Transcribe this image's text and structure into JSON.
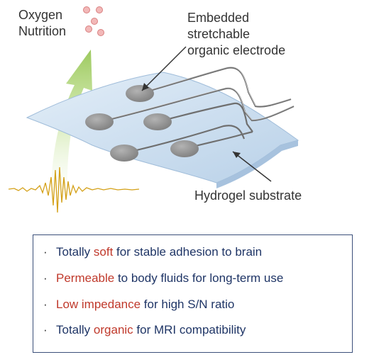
{
  "labels": {
    "oxygen": "Oxygen",
    "nutrition": "Nutrition",
    "embedded_1": "Embedded",
    "embedded_2": "stretchable",
    "embedded_3": "organic electrode",
    "hydrogel": "Hydrogel substrate"
  },
  "features": [
    {
      "bullet": "·",
      "pre": "Totally ",
      "highlight": "soft",
      "post": " for stable adhesion to brain"
    },
    {
      "bullet": "·",
      "pre": "",
      "highlight": "Permeable",
      "post": " to body fluids for long-term use"
    },
    {
      "bullet": "·",
      "pre": "",
      "highlight": "Low impedance",
      "post": " for high S/N ratio"
    },
    {
      "bullet": "·",
      "pre": "Totally ",
      "highlight": "organic",
      "post": " for MRI compatibility"
    }
  ],
  "colors": {
    "text_blue": "#1f3566",
    "highlight_red": "#c0392b",
    "box_border": "#3b4f7a",
    "sheet": "#c9dcef",
    "electrode": "#9a9a9a",
    "signal": "#d4a017",
    "arrow_green": "#a9cf6d",
    "dots": "#e79a9a"
  }
}
